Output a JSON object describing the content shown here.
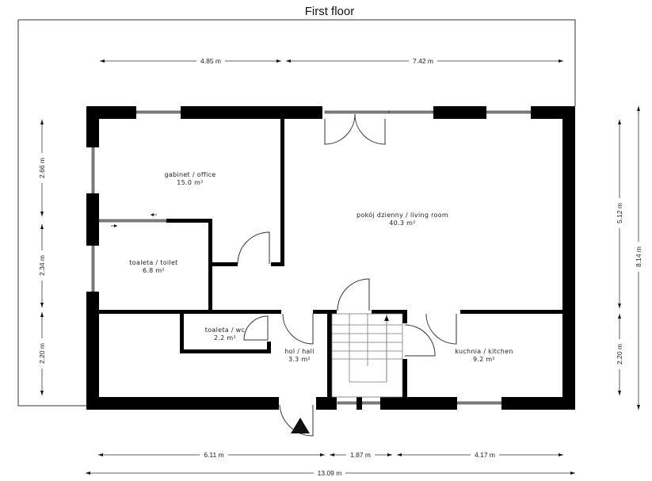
{
  "title": "First floor",
  "dimensions": {
    "top": [
      {
        "label": "4.85 m"
      },
      {
        "label": "7.42 m"
      }
    ],
    "left": [
      {
        "label": "2.66 m"
      },
      {
        "label": "2.34 m"
      },
      {
        "label": "2.20 m"
      }
    ],
    "right_inner": [
      {
        "label": "5.12 m"
      },
      {
        "label": "2.20 m"
      }
    ],
    "right_outer": {
      "label": "8.14 m"
    },
    "bottom": [
      {
        "label": "6.11 m"
      },
      {
        "label": "1.87 m"
      },
      {
        "label": "4.17 m"
      }
    ],
    "bottom_total": {
      "label": "13.09 m"
    }
  },
  "rooms": [
    {
      "name": "gabinet / office",
      "area": "15.0 m²"
    },
    {
      "name": "pokój dzienny / living room",
      "area": "40.3 m²"
    },
    {
      "name": "toaleta / toilet",
      "area": "6.8 m²"
    },
    {
      "name": "toaleta / wc",
      "area": "2.2 m²"
    },
    {
      "name": "hol / hall",
      "area": "3.3 m²"
    },
    {
      "name": "kuchnia / kitchen",
      "area": "9.2 m²"
    }
  ],
  "colors": {
    "wall": "#000000",
    "window": "#888888",
    "background": "#ffffff"
  }
}
